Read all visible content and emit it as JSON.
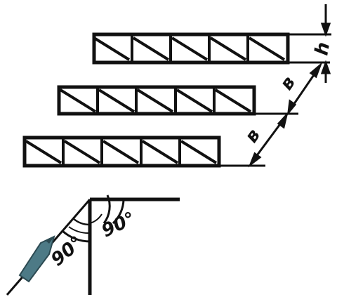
{
  "colors": {
    "ink": "#111111",
    "pen_body": "#4d7a86",
    "background": "#ffffff"
  },
  "labels": {
    "gap_upper": "в",
    "gap_lower": "в",
    "height": "h",
    "angle_right": "90°",
    "angle_left": "90°"
  },
  "rows": [
    {
      "name": "top",
      "boxes": 5
    },
    {
      "name": "middle",
      "boxes": 5
    },
    {
      "name": "bottom",
      "boxes": 5
    }
  ]
}
